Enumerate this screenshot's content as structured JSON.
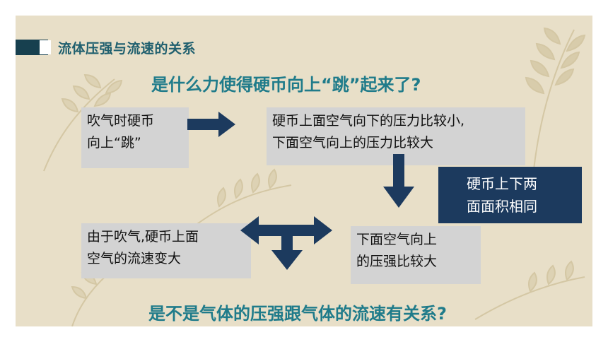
{
  "header": {
    "title": "流体压强与流速的关系"
  },
  "questions": {
    "top": "是什么力使得硬币向上“跳”起来了?",
    "bottom": "是不是气体的压强跟气体的流速有关系?"
  },
  "boxes": {
    "blow": {
      "line1": "吹气时硬币",
      "line2": "向上“跳”"
    },
    "force": {
      "line1": "硬币上面空气向下的压力比较小,",
      "line2": "下面空气向上的压力比较大"
    },
    "area": {
      "line1": "硬币上下两",
      "line2": "面面积相同"
    },
    "speed": {
      "line1": "由于吹气,硬币上面",
      "line2": "空气的流速变大"
    },
    "pressure": {
      "line1": "下面空气向上",
      "line2": "的压强比较大"
    }
  },
  "colors": {
    "background": "#e8dfc8",
    "accent": "#1f7b8a",
    "navy": "#1c3a5e",
    "box_gray": "#d3d3d3"
  }
}
